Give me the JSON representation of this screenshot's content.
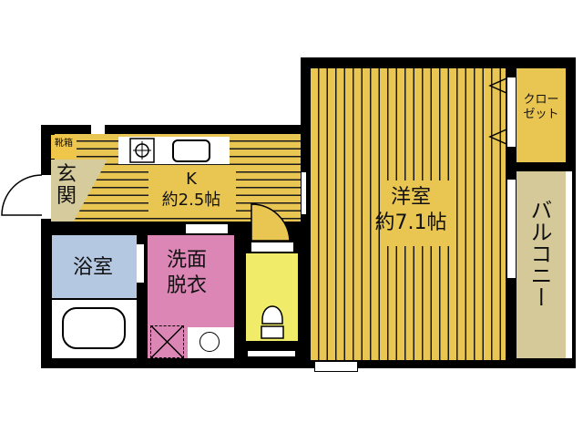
{
  "colors": {
    "wall": "#000000",
    "flooring": "#e9c552",
    "entrance": "#d6cb9c",
    "bathroom": "#b4c8e2",
    "washroom": "#dc86b6",
    "toilet": "#f0ec6a",
    "balcony": "#d5c99a",
    "closet": "#e9c552"
  },
  "rooms": {
    "western_room": {
      "name": "洋室",
      "size": "約7.1帖"
    },
    "kitchen": {
      "name": "K",
      "size": "約2.5帖"
    },
    "entrance": {
      "name_line1": "玄",
      "name_line2": "関"
    },
    "shoe_box": {
      "name": "靴箱"
    },
    "bathroom": {
      "name": "浴室"
    },
    "washroom": {
      "name_line1": "洗面",
      "name_line2": "脱衣"
    },
    "closet": {
      "name_line1": "クロー",
      "name_line2": "ゼット"
    },
    "balcony": {
      "name": "バルコニー"
    }
  }
}
